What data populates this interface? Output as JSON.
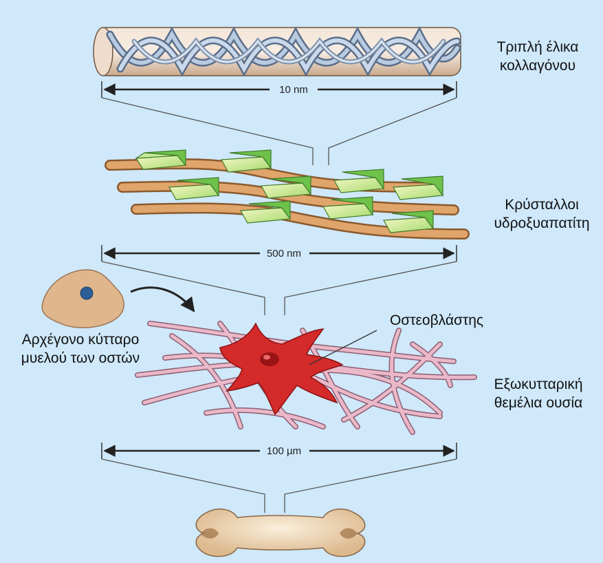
{
  "labels": {
    "collagen_line1": "Τριπλή έλικα",
    "collagen_line2": "κολλαγόνου",
    "crystals_line1": "Κρύσταλλοι",
    "crystals_line2": "υδροξυαπατίτη",
    "stem_cell_line1": "Αρχέγονο κύτταρο",
    "stem_cell_line2": "μυελού των οστών",
    "osteoblast": "Οστεοβλάστης",
    "matrix_line1": "Εξωκυτταρική",
    "matrix_line2": "θεμέλια ουσία"
  },
  "scales": {
    "helix": "10 nm",
    "fibrils": "500 nm",
    "cells": "100 µm"
  },
  "colors": {
    "background": "#cfe8fa",
    "collagen_fiber": "#e0a56b",
    "crystal": "#9fd86a",
    "osteoblast": "#d42a2a",
    "matrix_fiber": "#e9b3c4",
    "bone": "#f0d9b5"
  }
}
